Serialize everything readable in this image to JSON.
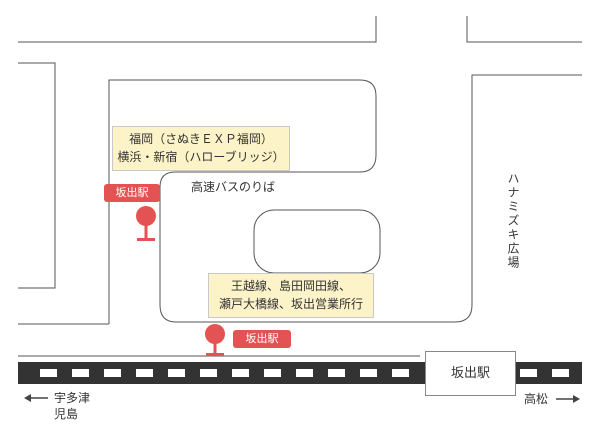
{
  "info_upper": {
    "line1": "福岡（さぬきＥＸＰ福岡）",
    "line2": "横浜・新宿（ハローブリッジ）"
  },
  "info_lower": {
    "line1": "王越線、島田岡田線、",
    "line2": "瀬戸大橋線、坂出営業所行"
  },
  "highway_bus_stop_label": "高速バスのりば",
  "badge_upper": "坂出駅",
  "badge_lower": "坂出駅",
  "station_name": "坂出駅",
  "plaza_label": "ハナミズキ広場",
  "direction_left": {
    "line1": "宇多津",
    "line2": "児島"
  },
  "direction_right": "高松",
  "colors": {
    "bus_stop_red": "#e45353",
    "info_yellow": "#fdf3c8",
    "rail_dark": "#333333"
  }
}
